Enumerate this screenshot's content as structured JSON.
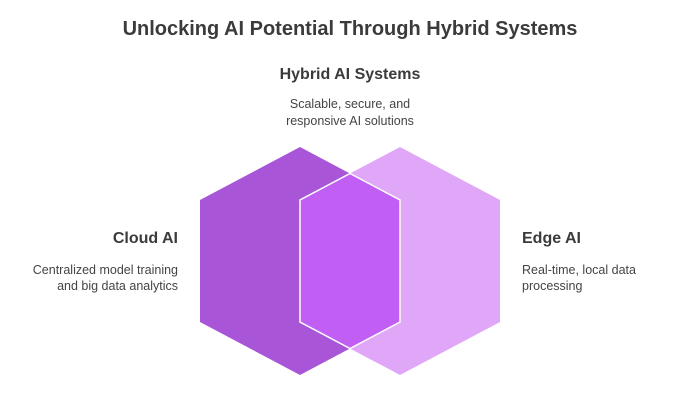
{
  "title": "Unlocking AI Potential Through Hybrid Systems",
  "center": {
    "title": "Hybrid AI Systems",
    "description_line1": "Scalable, secure, and",
    "description_line2": "responsive AI solutions"
  },
  "left": {
    "title": "Cloud AI",
    "description_line1": "Centralized model training",
    "description_line2": "and big data analytics"
  },
  "right": {
    "title": "Edge AI",
    "description_line1": "Real-time, local data",
    "description_line2": "processing"
  },
  "colors": {
    "cloud": "#a855d7",
    "edge": "#e0a7f8",
    "overlap": "#c15ef4",
    "outline": "#ffffff",
    "text_dark": "#3b3b3b"
  }
}
